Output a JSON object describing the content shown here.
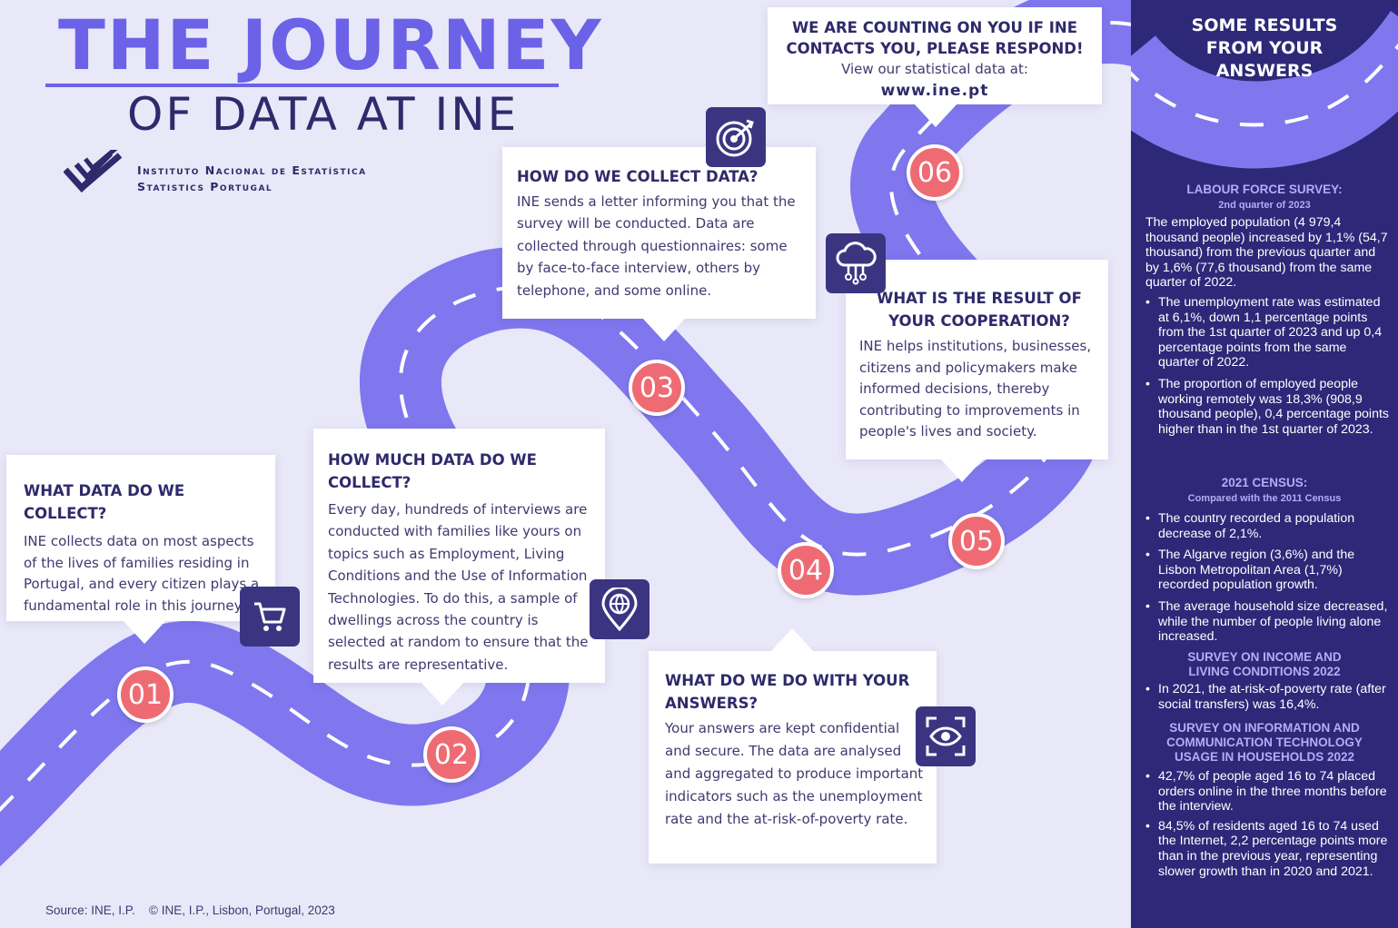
{
  "colors": {
    "road": "#8077ee",
    "road_dash": "#ffffff",
    "accent": "#6b62e8",
    "navy": "#2d2878",
    "badge": "#ef6b74",
    "background": "#e9e8f8"
  },
  "header": {
    "title": "THE JOURNEY",
    "subtitle": "OF DATA AT INE",
    "org_line1": "Instituto Nacional de Estatística",
    "org_line2": "Statistics Portugal"
  },
  "steps": [
    {
      "number": "01",
      "heading": "WHAT DATA DO WE COLLECT?",
      "text": "INE collects data on most aspects of the lives of families residing in Portugal, and every citizen plays a fundamental role in this journey.",
      "icon": "cart-icon"
    },
    {
      "number": "02",
      "heading": "HOW MUCH DATA DO WE COLLECT?",
      "text": "Every day, hundreds of interviews are conducted with families like yours on topics such as Employment, Living Conditions and the Use of Information Technologies. To do this, a sample of dwellings across the country is selected at random to ensure that the results are representative.",
      "icon": "globe-pin-icon"
    },
    {
      "number": "03",
      "heading": "HOW DO WE COLLECT DATA?",
      "text": "INE sends a letter informing you that the survey will be conducted. Data are collected through questionnaires: some by face-to-face interview, others by telephone, and some online.",
      "icon": "target-icon"
    },
    {
      "number": "04",
      "heading": "WHAT DO WE DO WITH YOUR ANSWERS?",
      "text": "Your answers are kept confidential and secure. The data are analysed and aggregated to produce important indicators such as the unemployment rate and the at-risk-of-poverty rate.",
      "icon": "eye-icon"
    },
    {
      "number": "05",
      "heading": "WHAT IS THE RESULT OF YOUR COOPERATION?",
      "text": "INE helps institutions, businesses, citizens and policymakers make informed decisions, thereby contributing to improvements in people's lives and society.",
      "icon": "cloud-network-icon"
    },
    {
      "number": "06",
      "heading": "WE ARE COUNTING ON YOU IF INE CONTACTS YOU, PLEASE RESPOND!",
      "text": "View our statistical data at:",
      "url": "www.ine.pt"
    }
  ],
  "sidebar": {
    "title": "SOME RESULTS FROM YOUR ANSWERS",
    "lfs": {
      "heading": "LABOUR FORCE SURVEY:",
      "sub": "2nd quarter of 2023",
      "intro": "The employed population (4 979,4 thousand people) increased by 1,1% (54,7 thousand) from the previous quarter and by 1,6% (77,6 thousand) from the same quarter of 2022.",
      "bullets": [
        "The unemployment rate was estimated at 6,1%, down 1,1 percentage points from the 1st quarter of 2023 and up 0,4 percentage points from the same quarter of 2022.",
        "The proportion of employed people working remotely was 18,3% (908,9 thousand people), 0,4 percentage points higher than in the 1st quarter of 2023."
      ]
    },
    "census": {
      "heading": "2021 CENSUS:",
      "sub": "Compared with the 2011 Census",
      "bullets": [
        "The country recorded a population decrease of 2,1%.",
        "The Algarve region (3,6%) and the Lisbon Metropolitan Area (1,7%) recorded population growth.",
        "The average household size decreased, while the number of people living alone increased."
      ]
    },
    "silc": {
      "heading": "SURVEY ON INCOME AND LIVING CONDITIONS 2022",
      "bullets": [
        "In 2021, the at-risk-of-poverty rate (after social transfers) was 16,4%."
      ]
    },
    "ict": {
      "heading": "SURVEY ON INFORMATION AND COMMUNICATION TECHNOLOGY USAGE IN HOUSEHOLDS 2022",
      "bullets": [
        "42,7% of people aged 16 to 74 placed orders online in the three months before the interview.",
        "84,5% of residents aged 16 to 74 used the Internet, 2,2 percentage points more than in the previous year, representing slower growth than in 2020 and 2021."
      ]
    }
  },
  "footer": {
    "source": "Source: INE, I.P.",
    "copyright": "© INE, I.P., Lisbon, Portugal, 2023"
  }
}
